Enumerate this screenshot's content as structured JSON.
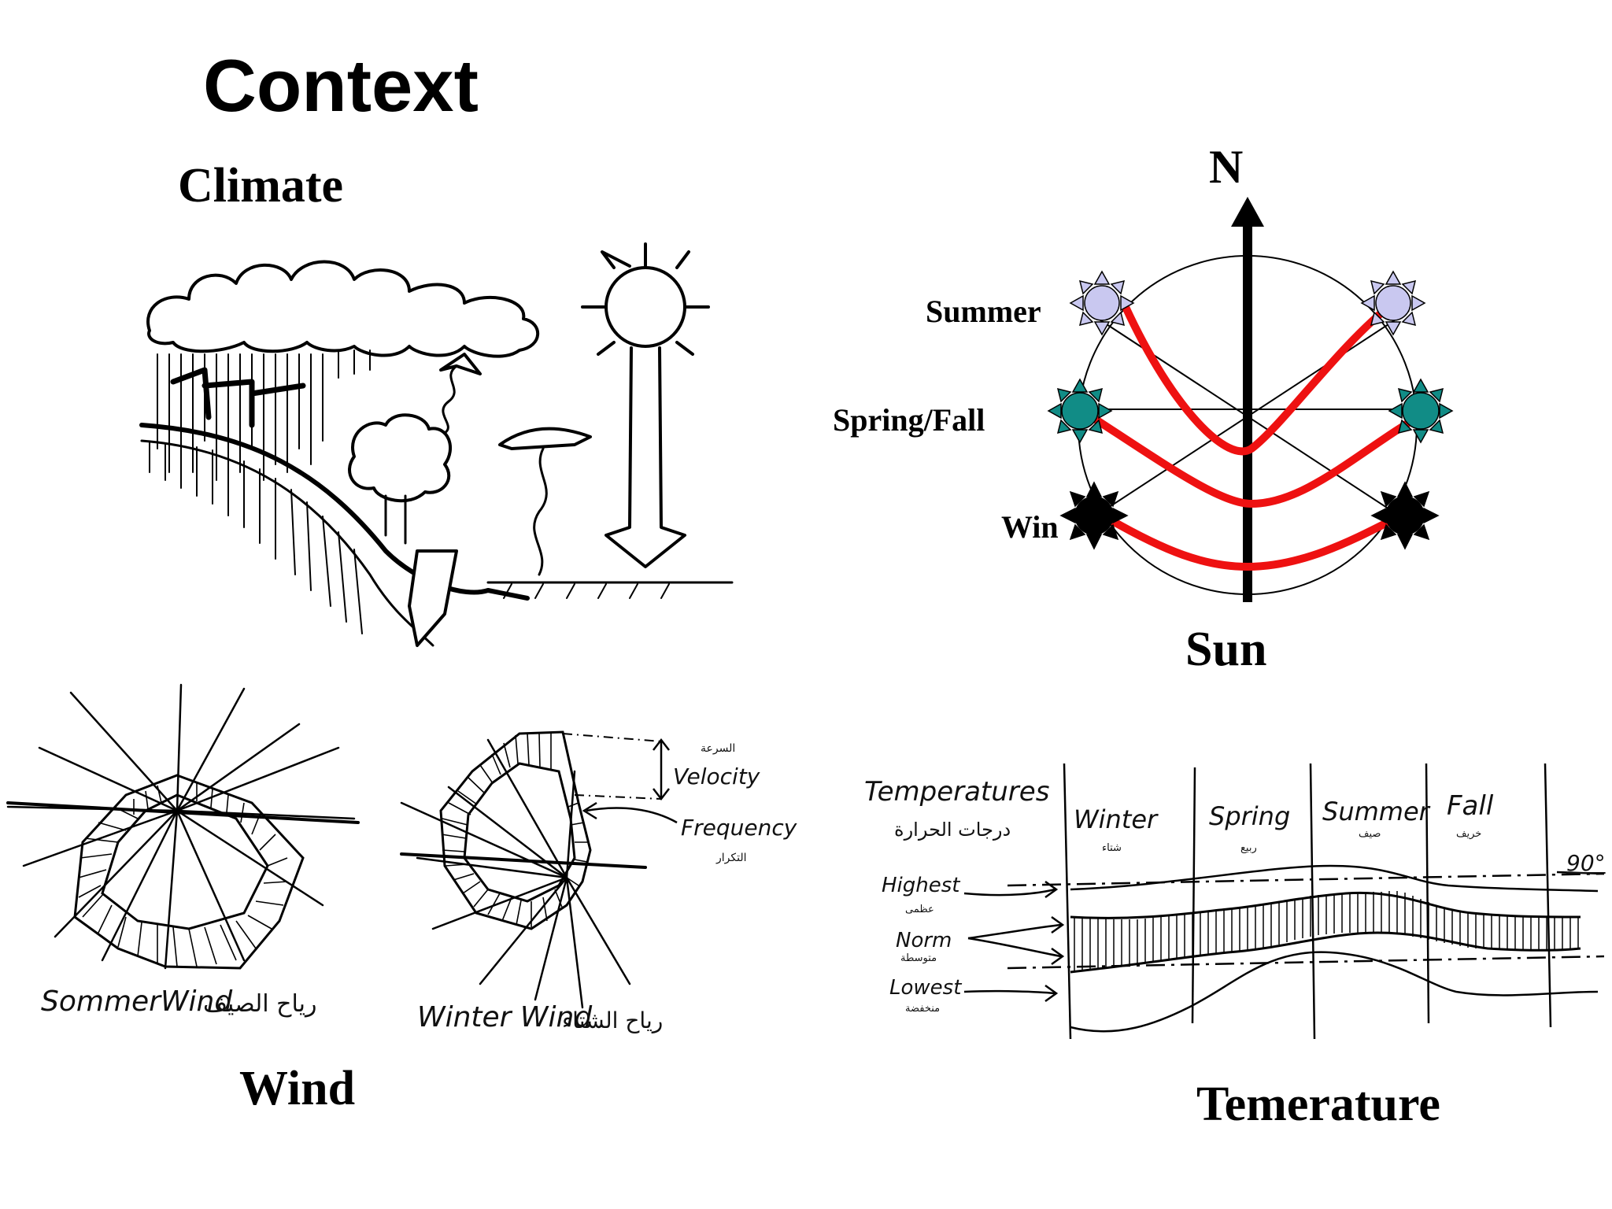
{
  "page": {
    "title": "Context",
    "climate_label": "Climate",
    "sun_label": "Sun",
    "wind_label": "Wind",
    "temperature_label": "Temerature"
  },
  "sun_diagram": {
    "north": "N",
    "seasons": [
      {
        "label": "Summer",
        "color": "#c9c8f0"
      },
      {
        "label": "Spring/Fall",
        "color": "#118c86"
      },
      {
        "label": "Win",
        "color": "#000000"
      }
    ],
    "arc_color": "#ee1111"
  },
  "wind_diagram": {
    "summer_caption": "SommerWind",
    "summer_caption_ar": "رياح الصيف",
    "winter_caption": "Winter Wind",
    "winter_caption_ar": "رياح الشتاء",
    "velocity": "Velocity",
    "velocity_ar": "السرعة",
    "frequency": "Frequency",
    "frequency_ar": "التكرار"
  },
  "temperature_diagram": {
    "heading": "Temperatures",
    "heading_ar": "درجات الحرارة",
    "seasons": [
      {
        "label": "Winter",
        "label_ar": "شتاء"
      },
      {
        "label": "Spring",
        "label_ar": "ربيع"
      },
      {
        "label": "Summer",
        "label_ar": "صيف"
      },
      {
        "label": "Fall",
        "label_ar": "خريف"
      }
    ],
    "levels": [
      {
        "label": "Highest",
        "label_ar": "عظمى"
      },
      {
        "label": "Norm",
        "label_ar": "متوسطة"
      },
      {
        "label": "Lowest",
        "label_ar": "منخفضة"
      }
    ],
    "max_value": "90°"
  }
}
